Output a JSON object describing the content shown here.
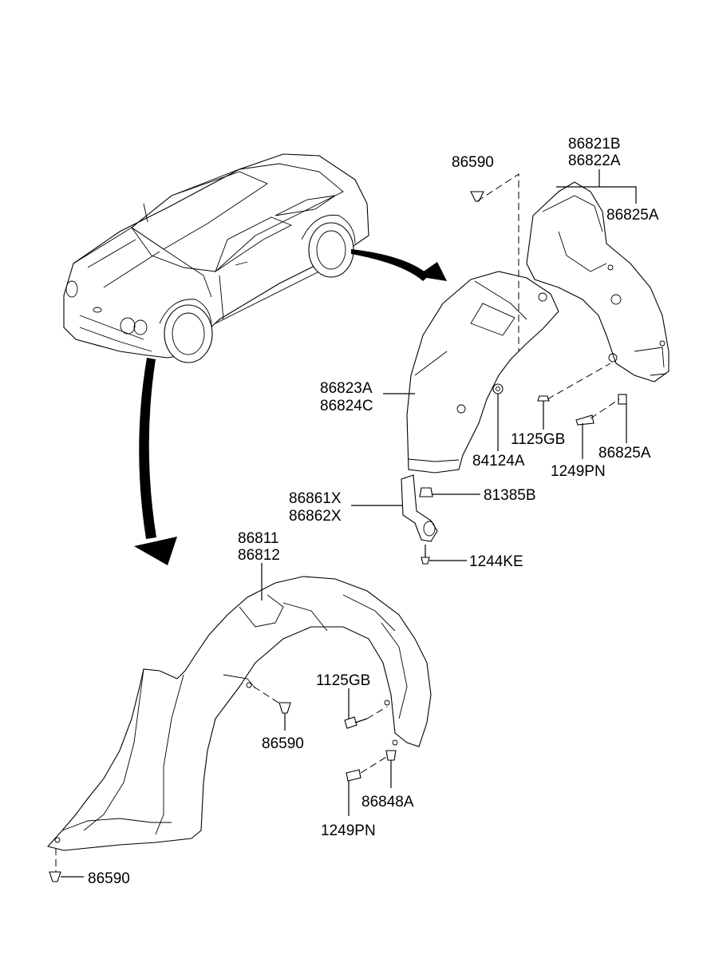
{
  "labels": {
    "l_86821b": "86821B",
    "l_86822a": "86822A",
    "l_86590_top": "86590",
    "l_86825a_top": "86825A",
    "l_86823a": "86823A",
    "l_86824c": "86824C",
    "l_1125gb_top": "1125GB",
    "l_84124a": "84124A",
    "l_86825a_bot": "86825A",
    "l_1249pn_top": "1249PN",
    "l_86861x": "86861X",
    "l_86862x": "86862X",
    "l_81385b": "81385B",
    "l_1244ke": "1244KE",
    "l_86811": "86811",
    "l_86812": "86812",
    "l_1125gb_bot": "1125GB",
    "l_86590_mid": "86590",
    "l_86848a": "86848A",
    "l_1249pn_bot": "1249PN",
    "l_86590_bot": "86590"
  }
}
